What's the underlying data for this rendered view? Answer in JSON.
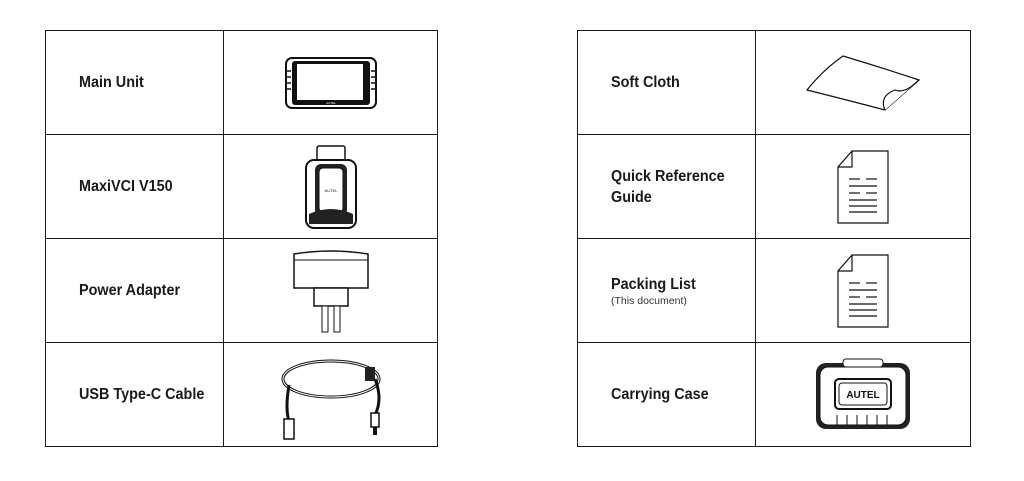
{
  "left_items": [
    {
      "name": "Main Unit",
      "icon": "tablet-icon"
    },
    {
      "name": "MaxiVCI V150",
      "icon": "vci-icon",
      "logo": "AUTEL"
    },
    {
      "name": "Power Adapter",
      "icon": "power-adapter-icon"
    },
    {
      "name": "USB Type-C Cable",
      "icon": "usb-cable-icon"
    }
  ],
  "right_items": [
    {
      "name": "Soft Cloth",
      "icon": "cloth-icon"
    },
    {
      "name": "Quick Reference Guide",
      "icon": "document-icon"
    },
    {
      "name": "Packing List",
      "note": "(This document)",
      "icon": "document-icon"
    },
    {
      "name": "Carrying Case",
      "icon": "case-icon",
      "logo": "AUTEL"
    }
  ]
}
